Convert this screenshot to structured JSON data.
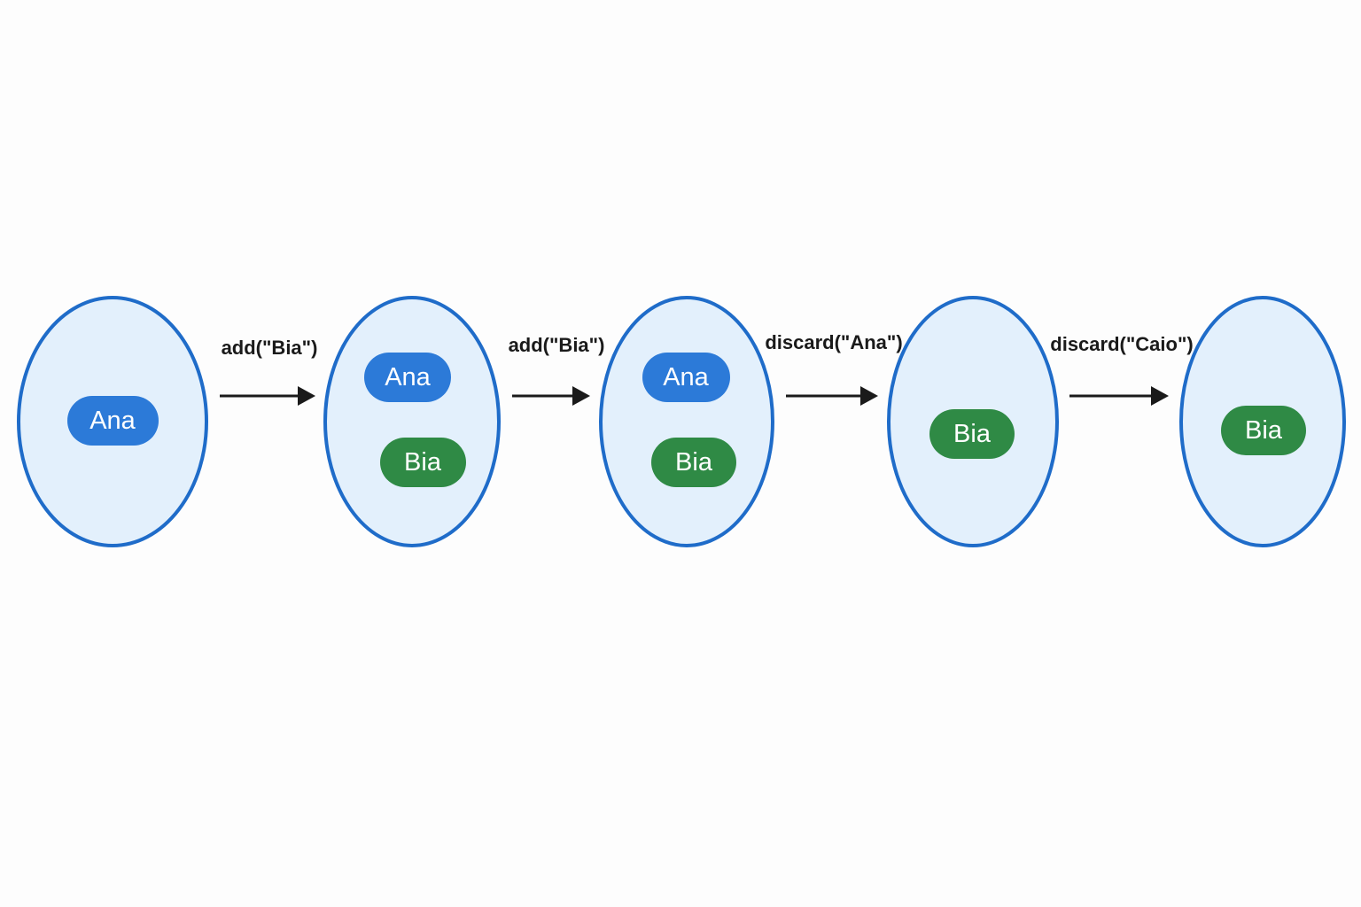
{
  "colors": {
    "background": "#fdfdfd",
    "set_fill": "#e3f0fc",
    "set_stroke": "#1f6cc9",
    "element_blue": "#2c7ad8",
    "element_green": "#2f8a45",
    "arrow": "#1a1a1a"
  },
  "sets": [
    {
      "elements": [
        {
          "label": "Ana",
          "color": "blue"
        }
      ]
    },
    {
      "elements": [
        {
          "label": "Ana",
          "color": "blue"
        },
        {
          "label": "Bia",
          "color": "green"
        }
      ]
    },
    {
      "elements": [
        {
          "label": "Ana",
          "color": "blue"
        },
        {
          "label": "Bia",
          "color": "green"
        }
      ]
    },
    {
      "elements": [
        {
          "label": "Bia",
          "color": "green"
        }
      ]
    },
    {
      "elements": [
        {
          "label": "Bia",
          "color": "green"
        }
      ]
    }
  ],
  "operations": [
    {
      "label": "add(\"Bia\")",
      "icon": "arrow-right-icon"
    },
    {
      "label": "add(\"Bia\")",
      "icon": "arrow-right-icon"
    },
    {
      "label": "discard(\"Ana\")",
      "icon": "arrow-right-icon"
    },
    {
      "label": "discard(\"Caio\")",
      "icon": "arrow-right-icon"
    }
  ]
}
